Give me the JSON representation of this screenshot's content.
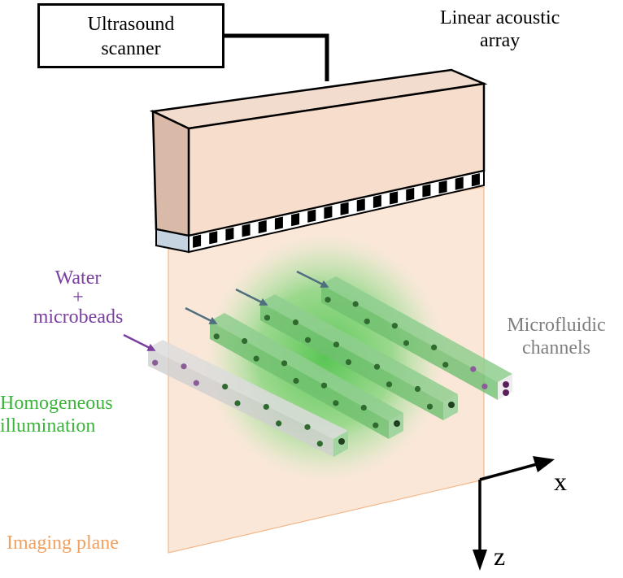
{
  "labels": {
    "scanner_line1": "Ultrasound",
    "scanner_line2": "scanner",
    "array_line1": "Linear acoustic",
    "array_line2": "array",
    "water_line1": "Water",
    "water_line2": "+",
    "water_line3": "microbeads",
    "channels_line1": "Microfluidic",
    "channels_line2": "channels",
    "illum_line1": "Homogeneous",
    "illum_line2": "illumination",
    "plane": "Imaging plane",
    "axis_x": "x",
    "axis_z": "z"
  },
  "colors": {
    "water": "#7a3fa0",
    "channels": "#808080",
    "illumination": "#3cb43c",
    "plane": "#f0a060",
    "plane_fill": "#fbe6d6",
    "array_front": "#f5dccb",
    "array_side": "#d8b8a6",
    "glow": "#4ccd4c"
  }
}
